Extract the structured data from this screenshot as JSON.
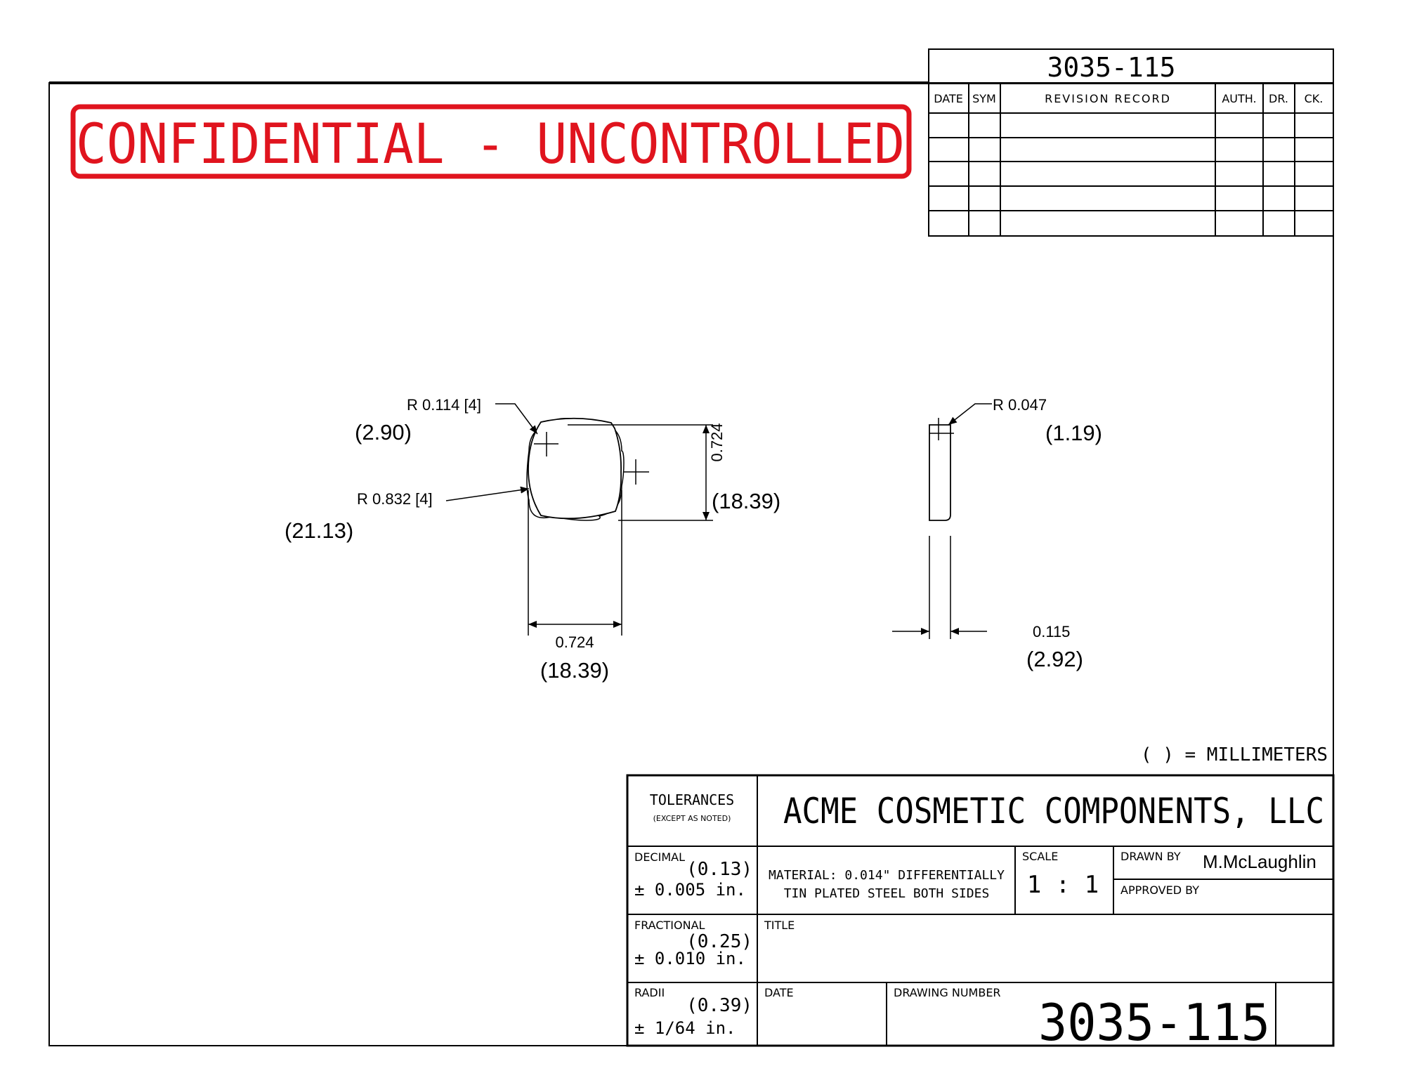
{
  "header": {
    "drawing_number_top": "3035-115"
  },
  "stamp": {
    "text": "CONFIDENTIAL - UNCONTROLLED",
    "color": "#e0141e"
  },
  "revision_block": {
    "columns": {
      "date": "DATE",
      "sym": "SYM",
      "record": "REVISION RECORD",
      "auth": "AUTH.",
      "dr": "DR.",
      "ck": "CK."
    }
  },
  "front_view": {
    "corner_radius": "R 0.114 [4]",
    "corner_radius_mm": "(2.90)",
    "side_radius": "R 0.832 [4]",
    "side_radius_mm": "(21.13)",
    "height": "0.724",
    "height_mm": "(18.39)",
    "width": "0.724",
    "width_mm": "(18.39)"
  },
  "side_view": {
    "radius": "R 0.047",
    "radius_mm": "(1.19)",
    "thickness": "0.115",
    "thickness_mm": "(2.92)"
  },
  "units_note": "( ) = MILLIMETERS",
  "title_block": {
    "tolerances": "TOLERANCES",
    "tolerances_note": "(EXCEPT AS NOTED)",
    "company": "ACME COSMETIC COMPONENTS, LLC",
    "decimal_label": "DECIMAL",
    "decimal_mm": "(0.13)",
    "decimal_value": "± 0.005 in.",
    "material_line1": "MATERIAL: 0.014\" DIFFERENTIALLY",
    "material_line2": "TIN PLATED STEEL BOTH SIDES",
    "scale_label": "SCALE",
    "scale_value": "1 : 1",
    "drawn_by_label": "DRAWN BY",
    "drawn_by_value": "M.McLaughlin",
    "approved_by_label": "APPROVED BY",
    "fractional_label": "FRACTIONAL",
    "fractional_mm": "(0.25)",
    "fractional_value": "± 0.010 in.",
    "title_label": "TITLE",
    "radii_label": "RADII",
    "radii_mm": "(0.39)",
    "radii_value": "± 1/64 in.",
    "date_label": "DATE",
    "drawing_number_label": "DRAWING NUMBER",
    "drawing_number": "3035-115"
  }
}
